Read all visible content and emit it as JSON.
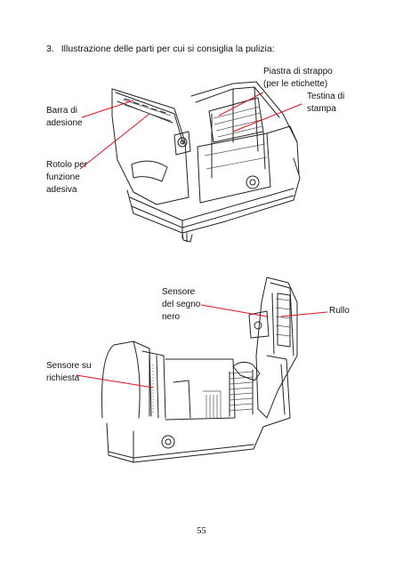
{
  "heading": {
    "number": "3.",
    "text": "Illustrazione delle parti per cui si consiglia la pulizia:"
  },
  "figure1": {
    "labels": {
      "barra_adesione": [
        "Barra di",
        "adesione"
      ],
      "rotolo": [
        "Rotolo per",
        "funzione",
        "adesiva"
      ],
      "piastra": [
        "Piastra di strappo",
        "(per le etichette)"
      ],
      "testina": [
        "Testina di",
        "stampa"
      ]
    }
  },
  "figure2": {
    "labels": {
      "sensore_segno": [
        "Sensore",
        "del segno",
        "nero"
      ],
      "rullo": [
        "Rullo"
      ],
      "sensore_richiesta": [
        "Sensore su",
        "richiesta"
      ]
    }
  },
  "page_number": "55",
  "colors": {
    "leader_lines": "#e0101a",
    "drawing": "#222222"
  }
}
